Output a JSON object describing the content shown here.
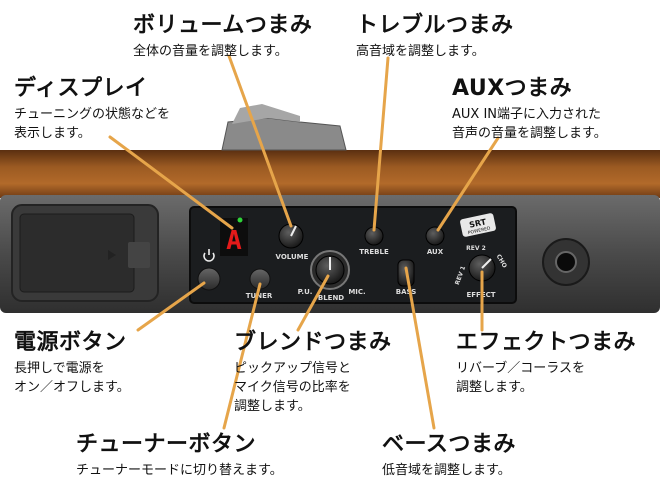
{
  "callouts": {
    "volume": {
      "title": "ボリュームつまみ",
      "desc": [
        "全体の音量を調整します。"
      ]
    },
    "treble": {
      "title": "トレブルつまみ",
      "desc": [
        "高音域を調整します。"
      ]
    },
    "display": {
      "title": "ディスプレイ",
      "desc": [
        "チューニングの状態などを",
        "表示します。"
      ]
    },
    "aux": {
      "title": "AUXつまみ",
      "desc": [
        "AUX IN端子に入力された",
        "音声の音量を調整します。"
      ]
    },
    "power": {
      "title": "電源ボタン",
      "desc": [
        "長押しで電源を",
        "オン／オフします。"
      ]
    },
    "blend": {
      "title": "ブレンドつまみ",
      "desc": [
        "ピックアップ信号と",
        "マイク信号の比率を",
        "調整します。"
      ]
    },
    "effect": {
      "title": "エフェクトつまみ",
      "desc": [
        "リバーブ／コーラスを",
        "調整します。"
      ]
    },
    "tuner": {
      "title": "チューナーボタン",
      "desc": [
        "チューナーモードに切り替えます。"
      ]
    },
    "bass": {
      "title": "ベースつまみ",
      "desc": [
        "低音域を調整します。"
      ]
    }
  },
  "panel": {
    "display_digit": "A",
    "volume": "VOLUME",
    "treble": "TREBLE",
    "aux": "AUX",
    "tuner": "TUNER",
    "pu": "P.U.",
    "blend": "BLEND",
    "mic": "MIC.",
    "bass": "BASS",
    "effect": "EFFECT",
    "rev1": "REV 1",
    "rev2": "REV 2",
    "cho": "CHO",
    "srt": "SRT",
    "powered": "POWERED"
  },
  "colors": {
    "leader": "#e6a54a",
    "led": "#e41a1a",
    "wood": "#8a4d1c",
    "panel": "#1b1d1f"
  }
}
